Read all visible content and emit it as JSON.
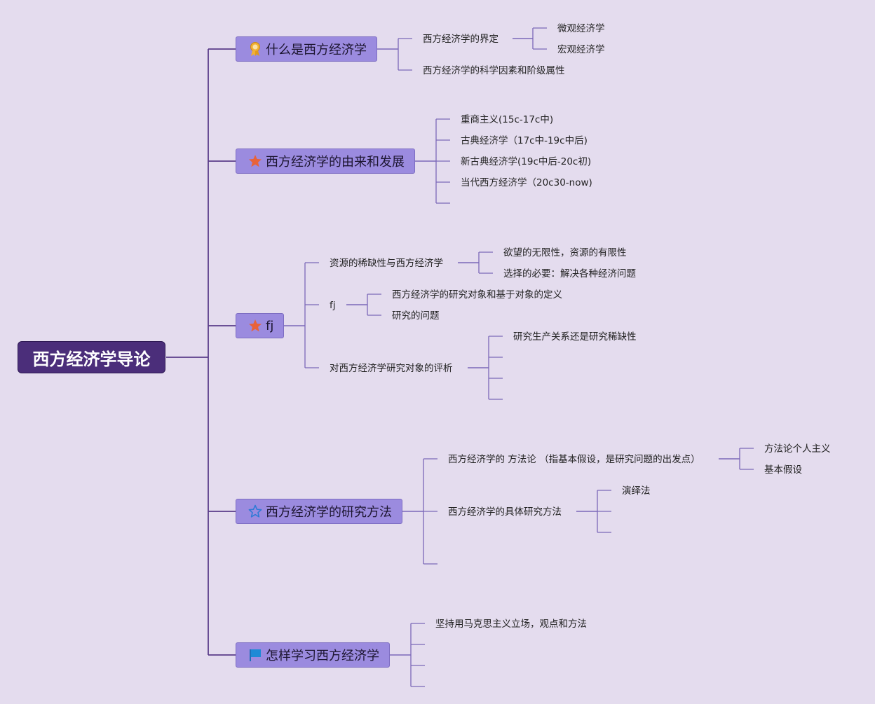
{
  "root": {
    "label": "西方经济学导论"
  },
  "branches": [
    {
      "label": "什么是西方经济学",
      "icon": "award-ribbon-icon",
      "children": [
        {
          "label": "西方经济学的界定",
          "children": [
            {
              "label": "微观经济学"
            },
            {
              "label": "宏观经济学"
            }
          ]
        },
        {
          "label": "西方经济学的科学因素和阶级属性"
        }
      ]
    },
    {
      "label": "西方经济学的由来和发展",
      "icon": "star-filled-icon",
      "children": [
        {
          "label": "重商主义(15c-17c中)"
        },
        {
          "label": "古典经济学（17c中-19c中后)"
        },
        {
          "label": "新古典经济学(19c中后-20c初)"
        },
        {
          "label": "当代西方经济学（20c30-now)"
        },
        {
          "label": ""
        }
      ]
    },
    {
      "label": "fj",
      "icon": "star-filled-icon",
      "children": [
        {
          "label": "资源的稀缺性与西方经济学",
          "children": [
            {
              "label": "欲望的无限性，资源的有限性"
            },
            {
              "label": "选择的必要：解决各种经济问题"
            }
          ]
        },
        {
          "label": "fj",
          "children": [
            {
              "label": "西方经济学的研究对象和基于对象的定义"
            },
            {
              "label": "研究的问题"
            }
          ]
        },
        {
          "label": "对西方经济学研究对象的评析",
          "children": [
            {
              "label": "研究生产关系还是研究稀缺性"
            },
            {
              "label": ""
            },
            {
              "label": ""
            },
            {
              "label": ""
            }
          ]
        }
      ]
    },
    {
      "label": "西方经济学的研究方法",
      "icon": "star-outline-icon",
      "children": [
        {
          "label": "西方经济学的 方法论 （指基本假设，是研究问题的出发点）",
          "children": [
            {
              "label": "方法论个人主义"
            },
            {
              "label": "基本假设"
            }
          ]
        },
        {
          "label": "西方经济学的具体研究方法",
          "children": [
            {
              "label": "演绎法"
            },
            {
              "label": ""
            },
            {
              "label": ""
            }
          ]
        },
        {
          "label": ""
        }
      ]
    },
    {
      "label": "怎样学习西方经济学",
      "icon": "flag-icon",
      "children": [
        {
          "label": "坚持用马克思主义立场，观点和方法"
        },
        {
          "label": ""
        },
        {
          "label": ""
        },
        {
          "label": ""
        }
      ]
    }
  ],
  "colors": {
    "background": "#e4dcee",
    "root_fill": "#4b2e7a",
    "branch_fill": "#9b8bdf",
    "main_line": "#5a3d8a",
    "child_line": "#7b68b8"
  }
}
